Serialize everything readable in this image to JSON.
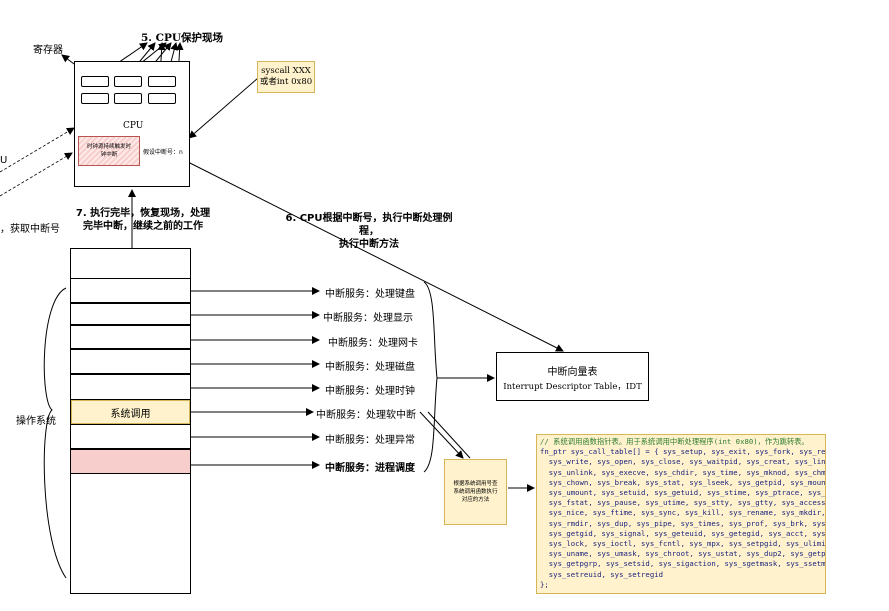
{
  "steps": {
    "step5": "5. CPU保护现场",
    "step6_line1": "6. CPU根据中断号，执行中断处理例程，",
    "step6_line2": "执行中断方法",
    "step7_line1": "7. 执行完毕，恢复现场，处理",
    "step7_line2": "完毕中断，继续之前的工作"
  },
  "registers_label": "寄存器",
  "cpu": {
    "title": "CPU",
    "clock_note": "时钟源持续触发时钟中断",
    "assumed_irq": "假设中断号：n"
  },
  "syscall_note": {
    "line1": "syscall XXX",
    "line2": "或者int 0x80"
  },
  "left_partial": {
    "u": "U",
    "get_irq": "，获取中断号"
  },
  "os_label": "操作系统",
  "os_rows": [
    {
      "label": "",
      "fill": "#ffffff"
    },
    {
      "label": "",
      "fill": "#ffffff"
    },
    {
      "label": "",
      "fill": "#ffffff"
    },
    {
      "label": "",
      "fill": "#ffffff"
    },
    {
      "label": "",
      "fill": "#ffffff"
    },
    {
      "label": "系统调用",
      "fill": "#fff2cc"
    },
    {
      "label": "",
      "fill": "#ffffff"
    },
    {
      "label": "",
      "fill": "#f8cecc"
    }
  ],
  "services": [
    "中断服务：处理键盘",
    "中断服务：处理显示",
    "中断服务：处理网卡",
    "中断服务：处理磁盘",
    "中断服务：处理时钟",
    "中断服务：处理软中断",
    "中断服务：处理异常",
    "中断服务：进程调度"
  ],
  "idt": {
    "title": "中断向量表",
    "subtitle": "Interrupt Descriptor Table，IDT"
  },
  "syscall_lookup_note": "根据系统调用号查系统调用函数执行对应的方法",
  "code": {
    "comment": "// 系统调用函数指针表。用于系统调用中断处理程序(int 0x80)，作为跳转表。",
    "body": "fn_ptr sys_call_table[] = { sys_setup, sys_exit, sys_fork, sys_read,\n  sys_write, sys_open, sys_close, sys_waitpid, sys_creat, sys_link,\n  sys_unlink, sys_execve, sys_chdir, sys_time, sys_mknod, sys_chmod,\n  sys_chown, sys_break, sys_stat, sys_lseek, sys_getpid, sys_mount,\n  sys_umount, sys_setuid, sys_getuid, sys_stime, sys_ptrace, sys_alarm,\n  sys_fstat, sys_pause, sys_utime, sys_stty, sys_gtty, sys_access,\n  sys_nice, sys_ftime, sys_sync, sys_kill, sys_rename, sys_mkdir,\n  sys_rmdir, sys_dup, sys_pipe, sys_times, sys_prof, sys_brk, sys_setgid,\n  sys_getgid, sys_signal, sys_geteuid, sys_getegid, sys_acct, sys_phys,\n  sys_lock, sys_ioctl, sys_fcntl, sys_mpx, sys_setpgid, sys_ulimit,\n  sys_uname, sys_umask, sys_chroot, sys_ustat, sys_dup2, sys_getppid,\n  sys_getpgrp, sys_setsid, sys_sigaction, sys_sgetmask, sys_ssetmask,\n  sys_setreuid, sys_setregid\n};"
  },
  "colors": {
    "syscall_fill": "#fff2cc",
    "syscall_border": "#d6b656",
    "schedule_fill": "#f8cecc",
    "clock_border": "#b85450",
    "code_comment": "#2e7d32",
    "code_text": "#1a237e"
  }
}
